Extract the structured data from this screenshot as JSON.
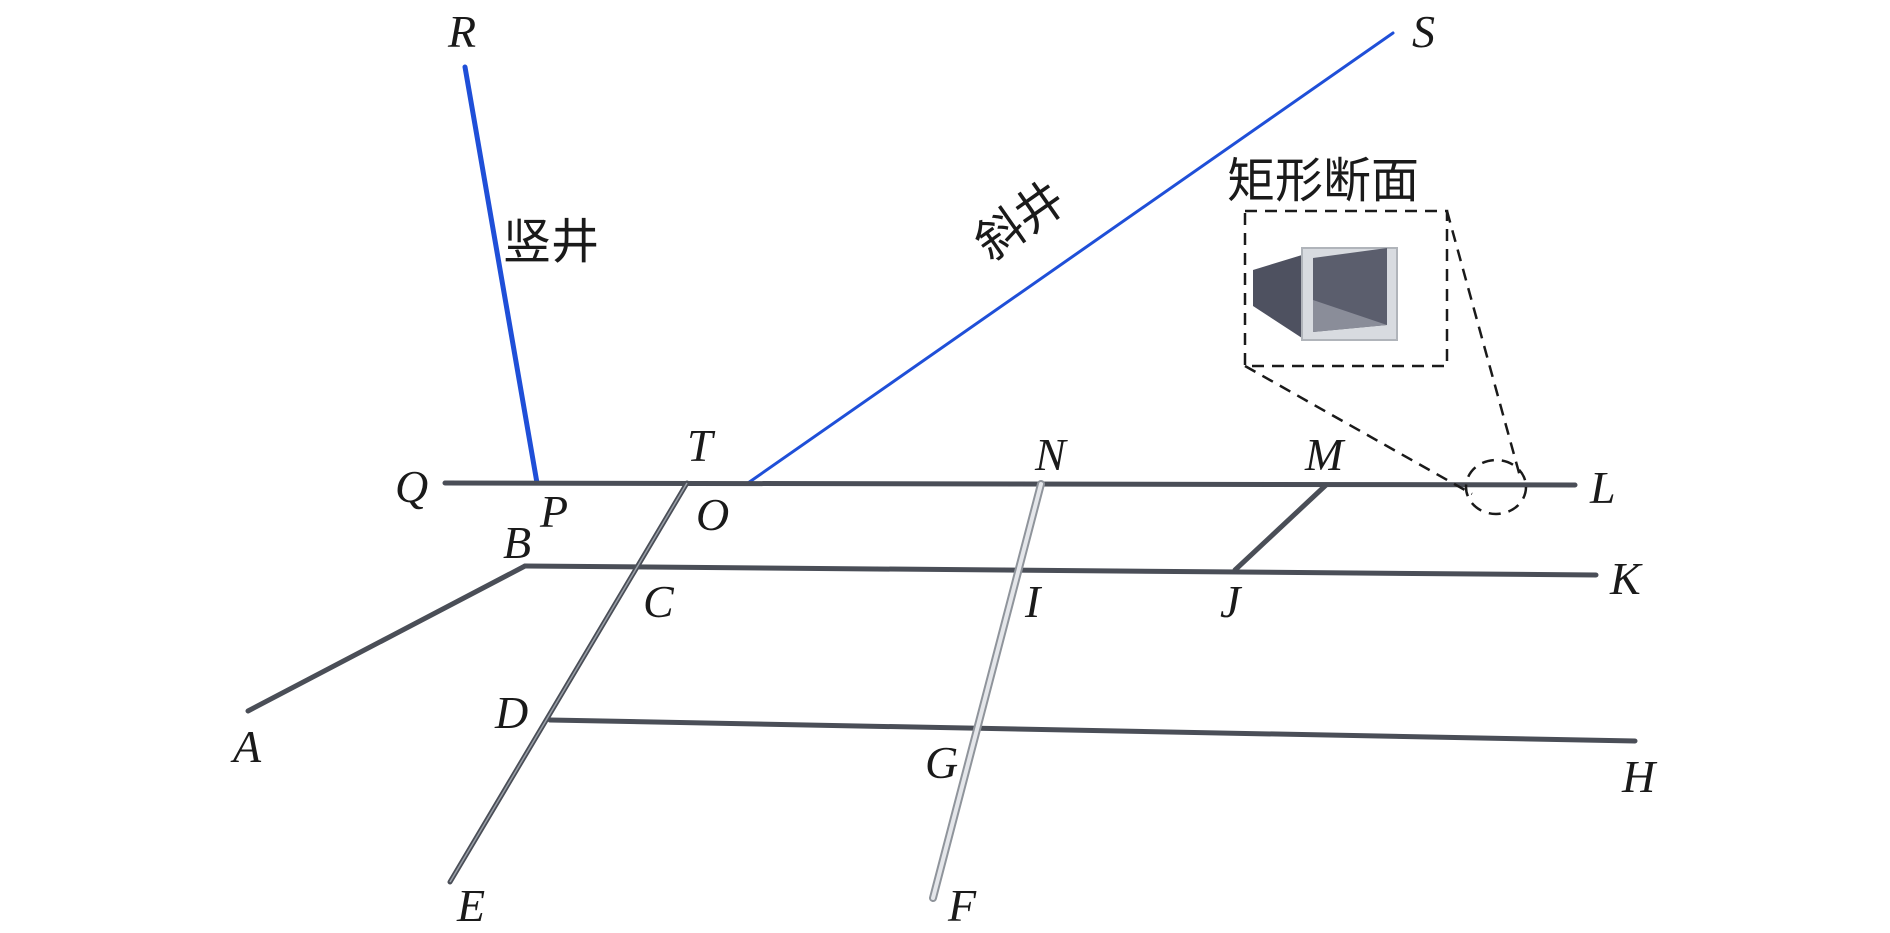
{
  "labels": {
    "R": "R",
    "S": "S",
    "Q": "Q",
    "P": "P",
    "T": "T",
    "O": "O",
    "N": "N",
    "M": "M",
    "L": "L",
    "B": "B",
    "C": "C",
    "I": "I",
    "J": "J",
    "K": "K",
    "A": "A",
    "D": "D",
    "G": "G",
    "H": "H",
    "E": "E",
    "F": "F"
  },
  "annotations": {
    "vertical_shaft": "竖井",
    "inclined_shaft": "斜井",
    "rect_section": "矩形断面"
  },
  "colors": {
    "shaft": "#1f4fd8",
    "tunnel": "#4a4e57",
    "tunnel_light": "#c8ccd2"
  }
}
